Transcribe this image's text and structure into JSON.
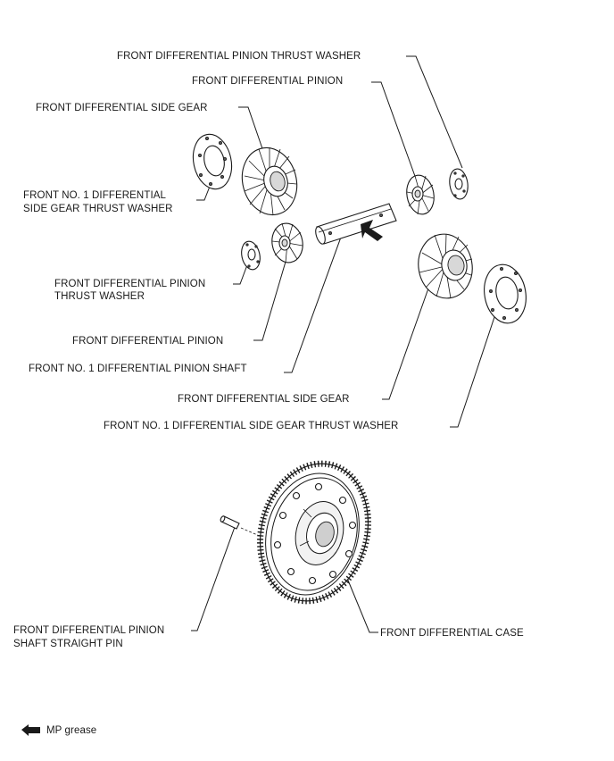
{
  "labels": {
    "pinion_thrust_washer_top": "FRONT DIFFERENTIAL PINION THRUST WASHER",
    "pinion_top": "FRONT DIFFERENTIAL PINION",
    "side_gear_top": "FRONT DIFFERENTIAL SIDE GEAR",
    "side_gear_thrust_washer_top_line1": "FRONT NO. 1 DIFFERENTIAL",
    "side_gear_thrust_washer_top_line2": "SIDE GEAR THRUST WASHER",
    "pinion_thrust_washer_left_line1": "FRONT DIFFERENTIAL PINION",
    "pinion_thrust_washer_left_line2": "THRUST WASHER",
    "pinion_left": "FRONT DIFFERENTIAL PINION",
    "pinion_shaft": "FRONT NO. 1 DIFFERENTIAL PINION SHAFT",
    "side_gear_bottom": "FRONT DIFFERENTIAL SIDE GEAR",
    "side_gear_thrust_washer_bottom": "FRONT NO. 1 DIFFERENTIAL SIDE GEAR THRUST WASHER",
    "straight_pin_line1": "FRONT DIFFERENTIAL PINION",
    "straight_pin_line2": "SHAFT STRAIGHT PIN",
    "case": "FRONT DIFFERENTIAL CASE"
  },
  "legend": {
    "icon": "left-arrow-icon",
    "text": "MP grease"
  }
}
